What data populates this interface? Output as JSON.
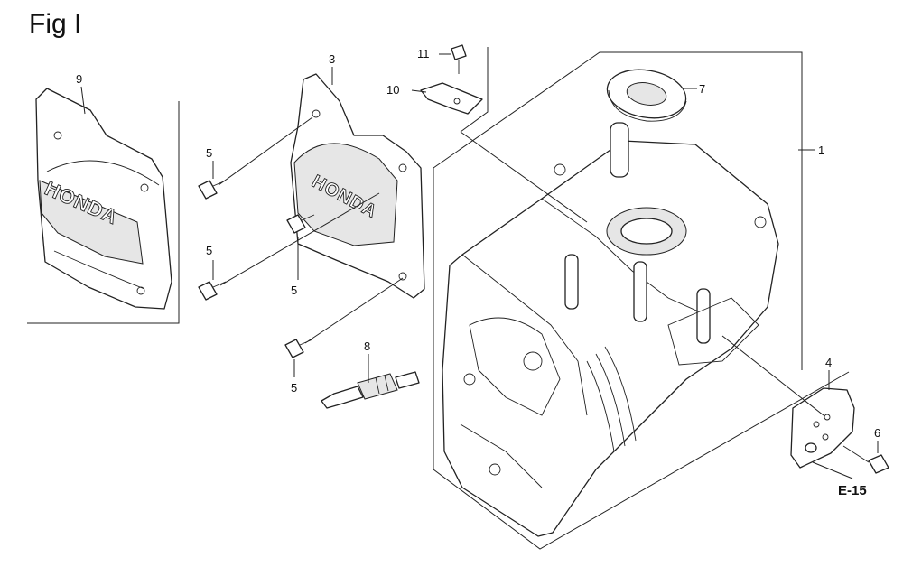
{
  "figure": {
    "title": "Fig I",
    "corner_reference": "E-15"
  },
  "cover_brand": "HONDA",
  "callouts": {
    "p1": "1",
    "p3": "3",
    "p4": "4",
    "p5a": "5",
    "p5b": "5",
    "p5c": "5",
    "p5d": "5",
    "p6": "6",
    "p7": "7",
    "p8": "8",
    "p9": "9",
    "p10": "10",
    "p11": "11"
  }
}
